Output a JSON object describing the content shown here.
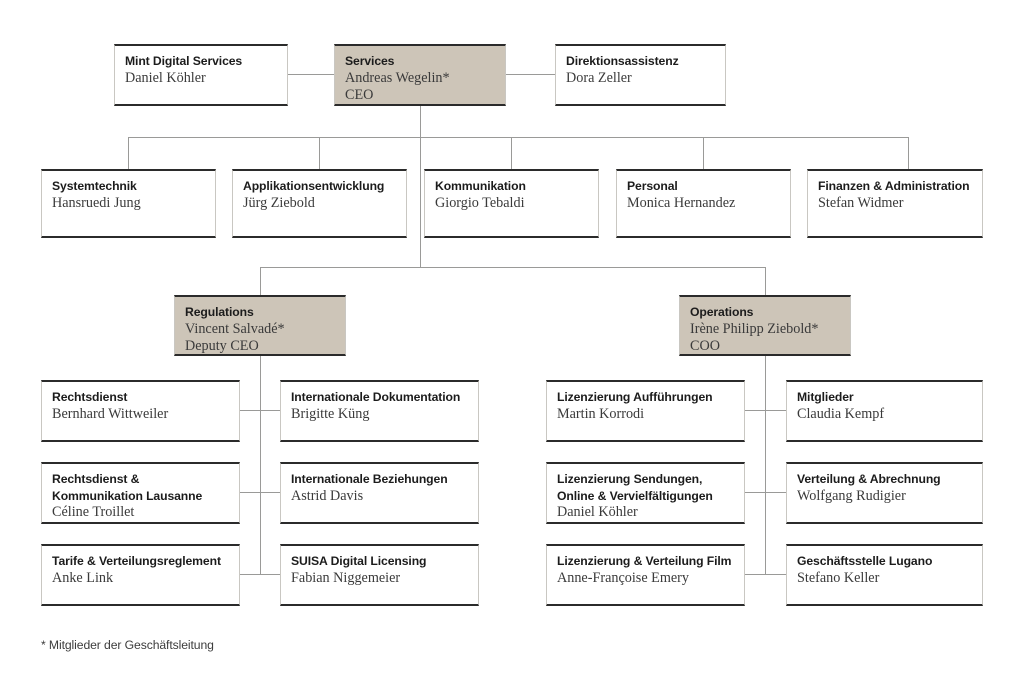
{
  "footnote": "* Mitglieder der Geschäftsleitung",
  "colors": {
    "shaded_box": "#cdc5b8",
    "box_border": "#2b2b2b",
    "connector": "#9a9a98",
    "background": "#ffffff"
  },
  "nodes": {
    "mint_digital": {
      "title": "Mint Digital Services",
      "person": "Daniel Köhler",
      "role": ""
    },
    "services_ceo": {
      "title": "Services",
      "person": "Andreas Wegelin*",
      "role": "CEO"
    },
    "direktionsassistenz": {
      "title": "Direktionsassistenz",
      "person": "Dora Zeller",
      "role": ""
    },
    "systemtechnik": {
      "title": "Systemtechnik",
      "person": "Hansruedi Jung",
      "role": ""
    },
    "applikationsentwicklung": {
      "title": "Applikationsentwicklung",
      "person": "Jürg Ziebold",
      "role": ""
    },
    "kommunikation": {
      "title": "Kommunikation",
      "person": "Giorgio Tebaldi",
      "role": ""
    },
    "personal": {
      "title": "Personal",
      "person": "Monica Hernandez",
      "role": ""
    },
    "finanzen_administration": {
      "title": "Finanzen & Administration",
      "person": "Stefan Widmer",
      "role": ""
    },
    "regulations": {
      "title": "Regulations",
      "person": "Vincent Salvadé*",
      "role": "Deputy CEO"
    },
    "operations": {
      "title": "Operations",
      "person": "Irène Philipp Ziebold*",
      "role": "COO"
    },
    "rechtsdienst": {
      "title": "Rechtsdienst",
      "person": "Bernhard Wittweiler",
      "role": ""
    },
    "rechtsdienst_lausanne": {
      "title": "Rechtsdienst &\nKommunikation Lausanne",
      "person": "Céline Troillet",
      "role": ""
    },
    "tarife_verteilungsreglement": {
      "title": "Tarife & Verteilungsreglement",
      "person": "Anke Link",
      "role": ""
    },
    "internationale_dokumentation": {
      "title": "Internationale Dokumentation",
      "person": "Brigitte Küng",
      "role": ""
    },
    "internationale_beziehungen": {
      "title": "Internationale Beziehungen",
      "person": "Astrid Davis",
      "role": ""
    },
    "suisa_digital_licensing": {
      "title": "SUISA Digital Licensing",
      "person": "Fabian Niggemeier",
      "role": ""
    },
    "lizenzierung_auffuehrungen": {
      "title": "Lizenzierung Aufführungen",
      "person": "Martin Korrodi",
      "role": ""
    },
    "lizenzierung_sendungen": {
      "title": "Lizenzierung Sendungen,\nOnline & Vervielfältigungen",
      "person": "Daniel Köhler",
      "role": ""
    },
    "lizenzierung_verteilung_film": {
      "title": "Lizenzierung & Verteilung Film",
      "person": "Anne-Françoise Emery",
      "role": ""
    },
    "mitglieder": {
      "title": "Mitglieder",
      "person": "Claudia Kempf",
      "role": ""
    },
    "verteilung_abrechnung": {
      "title": "Verteilung & Abrechnung",
      "person": "Wolfgang Rudigier",
      "role": ""
    },
    "geschaeftsstelle_lugano": {
      "title": "Geschäftsstelle Lugano",
      "person": "Stefano Keller",
      "role": ""
    }
  }
}
